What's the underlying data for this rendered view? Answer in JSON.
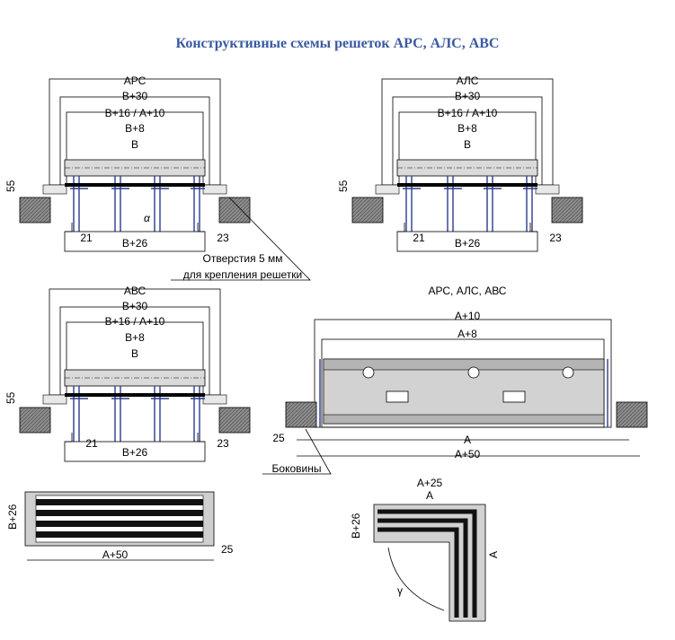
{
  "title": "Конструктивные схемы решеток АРС, АЛС, АВС",
  "sections": {
    "apc": {
      "name": "АРС",
      "d1": "В+30",
      "d2": "В+16 / А+10",
      "d3": "В+8",
      "d4": "В",
      "h": "55",
      "left": "21",
      "bottom": "В+26",
      "right": "23",
      "angle": "α"
    },
    "alc": {
      "name": "АЛС",
      "d1": "В+30",
      "d2": "В+16 / А+10",
      "d3": "В+8",
      "d4": "В",
      "h": "55",
      "left": "21",
      "bottom": "В+26",
      "right": "23"
    },
    "abc": {
      "name": "АВС",
      "d1": "В+30",
      "d2": "В+16 / А+10",
      "d3": "В+8",
      "d4": "В",
      "h": "55",
      "left": "21",
      "bottom": "В+26",
      "right": "23"
    },
    "side": {
      "name": "АРС, АЛС, АВС",
      "d1": "А+10",
      "d2": "А+8",
      "a": "А",
      "a50": "А+50",
      "left": "25",
      "note": "Боковины"
    },
    "hole_note": {
      "line1": "Отверстия   5 мм",
      "line2": "для крепления решетки"
    },
    "front": {
      "h": "В+26",
      "w": "А+50",
      "r": "25"
    },
    "corner": {
      "top1": "А+25",
      "top2": "А",
      "left": "В+26",
      "right": "А",
      "angle": "γ"
    }
  }
}
